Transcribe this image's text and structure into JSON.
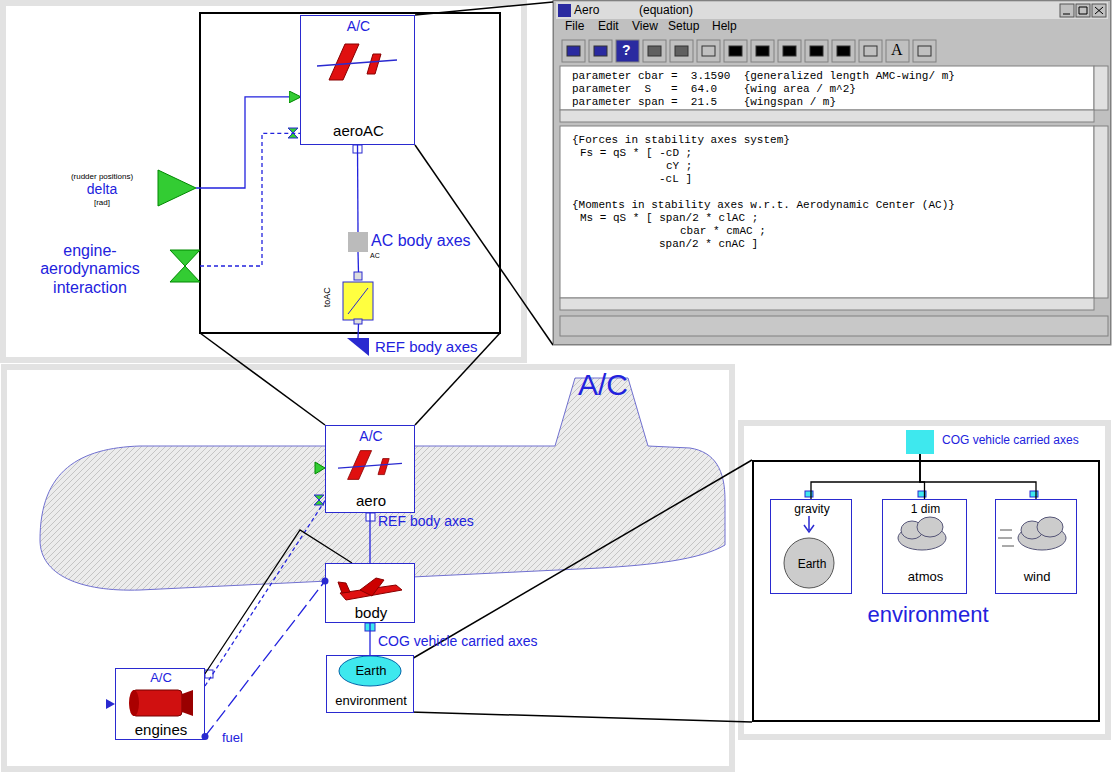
{
  "diagram": {
    "nodes": [
      {
        "text": [
          "A/C",
          "aeroAC"
        ]
      },
      {
        "text": [
          "toAC"
        ]
      },
      {
        "text": [
          "AC body axes",
          "AC"
        ]
      },
      {
        "text": [
          "REF body axes"
        ]
      },
      {
        "text": [
          "(rudder positions)",
          "delta",
          "[rad]"
        ]
      },
      {
        "text": [
          "engine- aerodynamics interaction"
        ]
      },
      {
        "text": [
          "Aero",
          "(equation)"
        ]
      },
      {
        "text": [
          "A/C",
          "aero"
        ]
      },
      {
        "text": [
          "body"
        ]
      },
      {
        "text": [
          "Earth",
          "environment"
        ]
      },
      {
        "text": [
          "A/C",
          "engines"
        ]
      },
      {
        "text": [
          "COG vehicle carried axes"
        ]
      },
      {
        "text": [
          "environment"
        ]
      },
      {
        "text": [
          "gravity",
          "Earth"
        ],
        "in": 12
      },
      {
        "text": [
          "1 dim",
          "atmos"
        ],
        "in": 12
      },
      {
        "text": [
          "wind"
        ],
        "in": 12
      }
    ],
    "edges": [
      {
        "from": 4,
        "to": 0,
        "arrow": "to"
      },
      {
        "from": 5,
        "to": 0,
        "arrow": "none"
      },
      {
        "from": 0,
        "to": 2,
        "arrow": "none"
      },
      {
        "from": 2,
        "to": 1,
        "arrow": "none"
      },
      {
        "from": 1,
        "to": 3,
        "arrow": "none"
      },
      {
        "from": 7,
        "to": 8,
        "arrow": "none"
      },
      {
        "from": 8,
        "to": 9,
        "arrow": "none"
      },
      {
        "from": 10,
        "to": 7,
        "arrow": "none"
      },
      {
        "from": 10,
        "to": 8,
        "arrow": "none"
      },
      {
        "from": 10,
        "to": 8,
        "arrow": "none"
      },
      {
        "from": 11,
        "to": 13,
        "arrow": "none"
      },
      {
        "from": 11,
        "to": 14,
        "arrow": "none"
      },
      {
        "from": 11,
        "to": 15,
        "arrow": "none"
      }
    ],
    "labels": [
      "File",
      "Edit",
      "View",
      "Setup",
      "Help",
      "?",
      "A",
      "parameter cbar =  3.1590  {generalized length AMC-wing/ m}",
      "parameter  S   =  64.0    {wing area / m^2}",
      "parameter span =  21.5    {wingspan / m}",
      "{Forces in stability axes system}",
      "Fs = qS * [ -cD ;",
      "cY ;",
      "-cL ]",
      "{Moments in stability axes w.r.t. Aerodynamic Center (AC)}",
      "Ms = qS * [ span/2 * clAC ;",
      "cbar * cmAC ;",
      "span/2 * cnAC ]",
      "REF body axes",
      "COG vehicle carried axes",
      "A/C",
      "fuel"
    ]
  }
}
